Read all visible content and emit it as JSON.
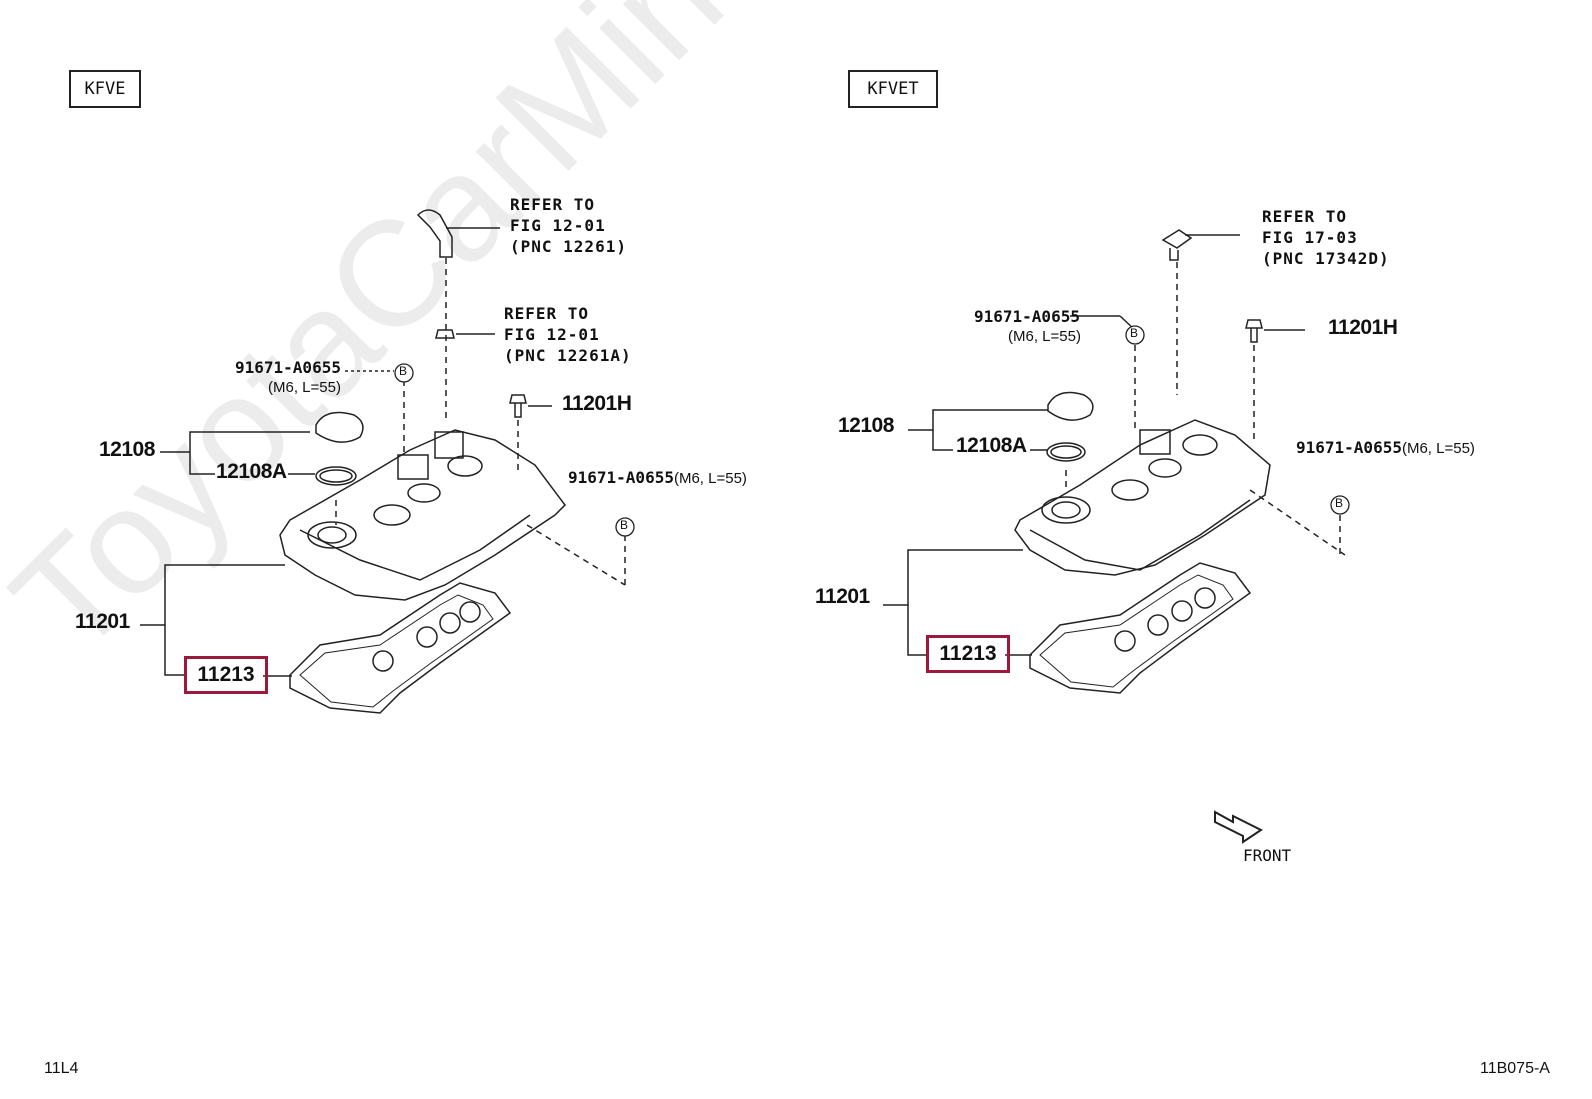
{
  "watermark": "ToyotaCarMine.ru",
  "left": {
    "engine_label": "KFVE",
    "refer1": {
      "line1": "REFER TO",
      "line2": "FIG 12-01",
      "line3": "(PNC 12261)"
    },
    "refer2": {
      "line1": "REFER TO",
      "line2": "FIG 12-01",
      "line3": "(PNC 12261A)"
    },
    "bolt_b_top": {
      "part": "91671-A0655",
      "spec": "(M6, L=55)"
    },
    "bolt_b_right": {
      "part": "91671-A0655",
      "spec": "(M6, L=55)"
    },
    "pnc_11201H": "11201H",
    "pnc_12108": "12108",
    "pnc_12108A": "12108A",
    "pnc_11201": "11201",
    "pnc_11213": "11213",
    "b_marker": "B"
  },
  "right": {
    "engine_label": "KFVET",
    "refer1": {
      "line1": "REFER TO",
      "line2": "FIG 17-03",
      "line3": "(PNC 17342D)"
    },
    "bolt_b_top": {
      "part": "91671-A0655",
      "spec": "(M6, L=55)"
    },
    "bolt_b_right": {
      "part": "91671-A0655",
      "spec": "(M6, L=55)"
    },
    "pnc_11201H": "11201H",
    "pnc_12108": "12108",
    "pnc_12108A": "12108A",
    "pnc_11201": "11201",
    "pnc_11213": "11213",
    "b_marker": "B",
    "front_label": "FRONT"
  },
  "footer": {
    "left": "11L4",
    "right": "11B075-A"
  },
  "colors": {
    "highlight": "#9b1a3c",
    "line": "#222222",
    "watermark": "#ececec"
  }
}
